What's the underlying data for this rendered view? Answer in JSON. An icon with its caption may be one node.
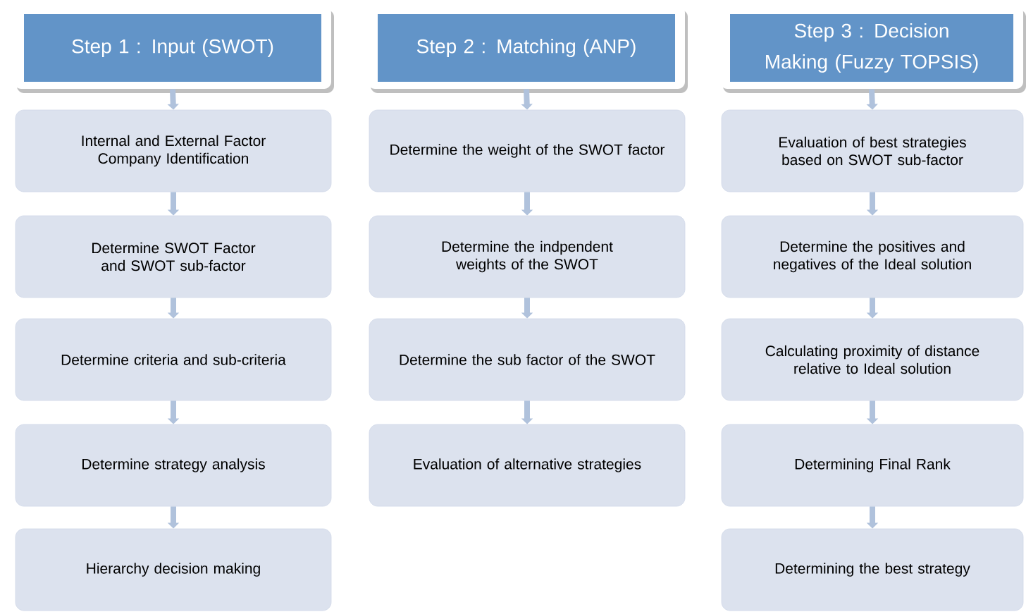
{
  "diagram": {
    "nodes": [
      {
        "text": [
          "Step 1 : Input (SWOT)"
        ]
      },
      {
        "text": [
          "Internal and External  Factor Company Identification"
        ]
      },
      {
        "text": [
          "Determine SWOT Factor and SWOT sub-factor"
        ]
      },
      {
        "text": [
          "Determine criteria and sub-criteria"
        ]
      },
      {
        "text": [
          "Determine strategy analysis"
        ]
      },
      {
        "text": [
          "Hierarchy decision making"
        ]
      },
      {
        "text": [
          "Step 2 : Matching (ANP)"
        ]
      },
      {
        "text": [
          "Determine the weight of the SWOT factor"
        ]
      },
      {
        "text": [
          "Determine the indpendent weights of the SWOT"
        ]
      },
      {
        "text": [
          "Determine the sub factor of the SWOT"
        ]
      },
      {
        "text": [
          "Evaluation of alternative strategies"
        ]
      },
      {
        "text": [
          "Step 3 : Decision Making (Fuzzy TOPSIS)"
        ]
      },
      {
        "text": [
          "Evaluation of best strategies based on SWOT sub-factor"
        ]
      },
      {
        "text": [
          "Determine the positives and negatives of the Ideal solution"
        ]
      },
      {
        "text": [
          "Calculating proximity of distance relative to Ideal solution"
        ]
      },
      {
        "text": [
          "Determining Final Rank"
        ]
      },
      {
        "text": [
          "Determining the best strategy"
        ]
      }
    ],
    "edges": [
      {
        "from": 0,
        "to": 1,
        "arrow": "to"
      },
      {
        "from": 1,
        "to": 2,
        "arrow": "to"
      },
      {
        "from": 2,
        "to": 3,
        "arrow": "to"
      },
      {
        "from": 3,
        "to": 4,
        "arrow": "to"
      },
      {
        "from": 4,
        "to": 5,
        "arrow": "to"
      },
      {
        "from": 6,
        "to": 7,
        "arrow": "to"
      },
      {
        "from": 7,
        "to": 8,
        "arrow": "to"
      },
      {
        "from": 8,
        "to": 9,
        "arrow": "to"
      },
      {
        "from": 9,
        "to": 10,
        "arrow": "to"
      },
      {
        "from": 11,
        "to": 12,
        "arrow": "to"
      },
      {
        "from": 12,
        "to": 13,
        "arrow": "to"
      },
      {
        "from": 13,
        "to": 14,
        "arrow": "to"
      },
      {
        "from": 14,
        "to": 15,
        "arrow": "to"
      },
      {
        "from": 15,
        "to": 16,
        "arrow": "to"
      }
    ]
  }
}
